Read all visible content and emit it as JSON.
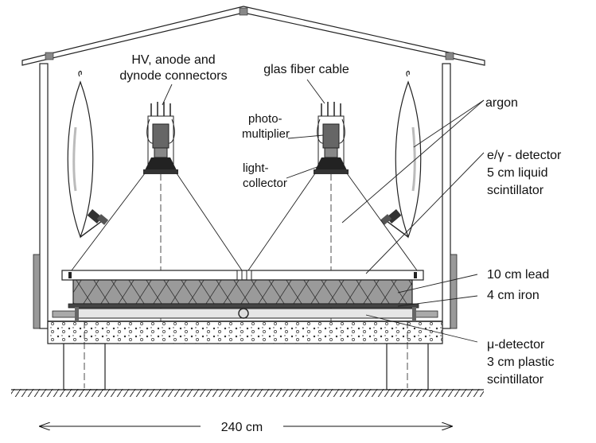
{
  "labels": {
    "hv_line1": "HV, anode and",
    "hv_line2": "dynode connectors",
    "glass_fiber": "glas fiber cable",
    "argon": "argon",
    "pm_line1": "photo-",
    "pm_line2": "multiplier",
    "lc_line1": "light-",
    "lc_line2": "collector",
    "egamma_line1": "e/γ - detector",
    "egamma_line2": "5 cm liquid",
    "egamma_line3": "scintillator",
    "lead": "10 cm lead",
    "iron": "4 cm iron",
    "mu_line1": "μ-detector",
    "mu_line2": "3 cm plastic",
    "mu_line3": "scintillator",
    "dimension": "240 cm"
  }
}
